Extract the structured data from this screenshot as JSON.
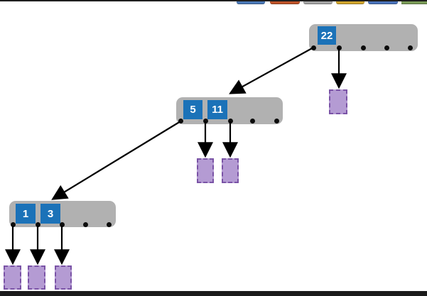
{
  "toolbar": {
    "swatches": [
      {
        "name": "blue",
        "color": "#4b79b8"
      },
      {
        "name": "orange",
        "color": "#bf5429"
      },
      {
        "name": "gray",
        "color": "#a6a6a6"
      },
      {
        "name": "yellow",
        "color": "#d1a52d"
      },
      {
        "name": "blue-2",
        "color": "#4a73bb"
      },
      {
        "name": "green",
        "color": "#7b9c58"
      }
    ]
  },
  "diagram": {
    "type": "b-tree",
    "colors": {
      "node_fill": "#b1b1b1",
      "key_fill": "#1b72b8",
      "key_text": "#ffffff",
      "leaf_fill": "#b49bd3",
      "leaf_border": "#7a53a6",
      "arrow": "#000000",
      "bar": "#1f1f1f"
    },
    "nodes": [
      {
        "id": "root",
        "keys": [
          "22"
        ],
        "pointer_slots": 5
      },
      {
        "id": "internal",
        "keys": [
          "5",
          "11"
        ],
        "pointer_slots": 5
      },
      {
        "id": "lower",
        "keys": [
          "1",
          "3"
        ],
        "pointer_slots": 5
      }
    ],
    "leaf_count": 6
  }
}
